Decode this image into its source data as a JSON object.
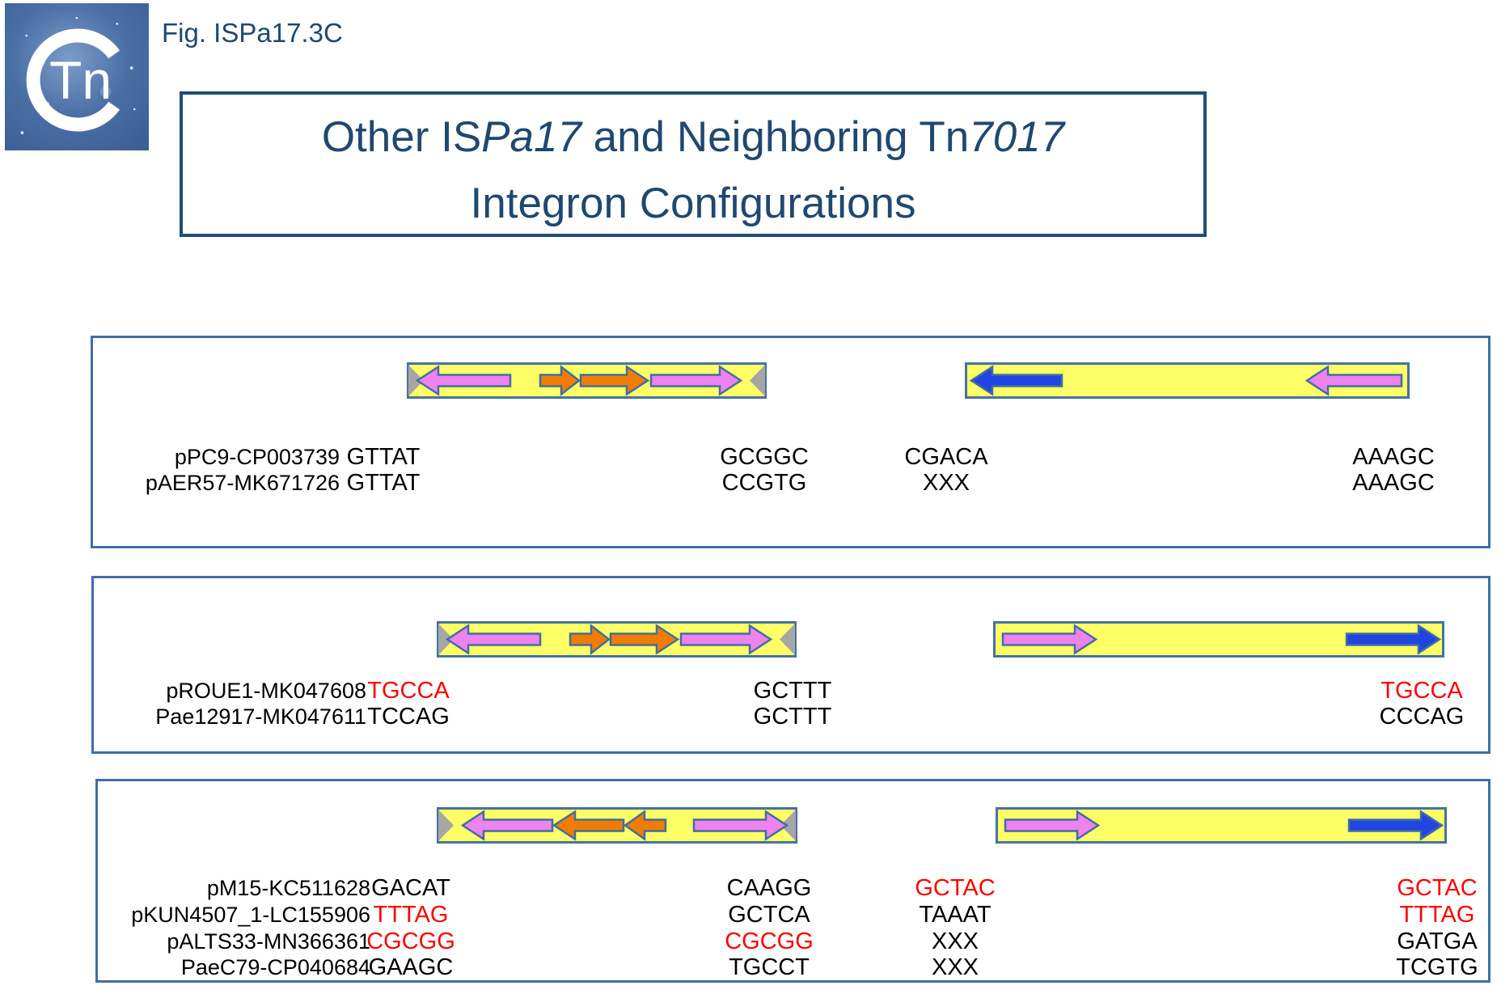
{
  "header": {
    "fig_label": "Fig. ISPa17.3C",
    "logo_text": "Tn"
  },
  "title": {
    "pre1": "Other IS",
    "it1": "Pa17",
    "pre2": " and Neighboring Tn",
    "it2": "7017",
    "line2": "Integron Configurations"
  },
  "colors": {
    "segment_yellow": "#FFFF66",
    "pink": "#EE82EE",
    "orange": "#F07D00",
    "blue": "#2244E0",
    "gray": "#A6A6A6",
    "red_text": "#FF0000",
    "panel_border": "#3E6FA3",
    "title_blue": "#1F4870"
  },
  "panels": [
    {
      "left_segment_arrows": [
        "pink-left",
        "orange-right-small",
        "orange-right-large",
        "pink-right"
      ],
      "left_segment_notched_ends": true,
      "right_segment_arrows": [
        "blue-left",
        "pink-left"
      ],
      "right_segment_notched_ends": false,
      "rows": [
        {
          "name": "pPC9-CP003739",
          "a": {
            "text": "GTTAT",
            "red": false
          },
          "b": {
            "text": "GCGGC",
            "red": false
          },
          "c": {
            "text": "CGACA",
            "red": false
          },
          "d": {
            "text": "AAAGC",
            "red": false
          }
        },
        {
          "name": "pAER57-MK671726",
          "a": {
            "text": "GTTAT",
            "red": false
          },
          "b": {
            "text": "CCGTG",
            "red": false
          },
          "c": {
            "text": "XXX",
            "red": false
          },
          "d": {
            "text": "AAAGC",
            "red": false
          }
        }
      ]
    },
    {
      "left_segment_arrows": [
        "pink-left",
        "orange-right-small",
        "orange-right-large",
        "pink-right"
      ],
      "left_segment_notched_ends": true,
      "right_segment_arrows": [
        "pink-right",
        "blue-right"
      ],
      "right_segment_notched_ends": false,
      "rows": [
        {
          "name": "pROUE1-MK047608",
          "a": {
            "text": "TGCCA",
            "red": true
          },
          "b": {
            "text": "GCTTT",
            "red": false
          },
          "d": {
            "text": "TGCCA",
            "red": true
          }
        },
        {
          "name": "Pae12917-MK047611",
          "a": {
            "text": "TCCAG",
            "red": false
          },
          "b": {
            "text": "GCTTT",
            "red": false
          },
          "d": {
            "text": "CCCAG",
            "red": false
          }
        }
      ]
    },
    {
      "left_segment_arrows": [
        "pink-left",
        "orange-left-large",
        "orange-left-small",
        "pink-right"
      ],
      "left_segment_notched_ends": true,
      "right_segment_arrows": [
        "pink-right",
        "blue-right"
      ],
      "right_segment_notched_ends": false,
      "rows": [
        {
          "name": "pM15-KC511628",
          "a": {
            "text": "GACAT",
            "red": false
          },
          "b": {
            "text": "CAAGG",
            "red": false
          },
          "c": {
            "text": "GCTAC",
            "red": true
          },
          "d": {
            "text": "GCTAC",
            "red": true
          }
        },
        {
          "name": "pKUN4507_1-LC155906",
          "a": {
            "text": "TTTAG",
            "red": true
          },
          "b": {
            "text": "GCTCA",
            "red": false
          },
          "c": {
            "text": "TAAAT",
            "red": false
          },
          "d": {
            "text": "TTTAG",
            "red": true
          }
        },
        {
          "name": "pALTS33-MN366361",
          "a": {
            "text": "CGCGG",
            "red": true
          },
          "b": {
            "text": "CGCGG",
            "red": true
          },
          "c": {
            "text": "XXX",
            "red": false
          },
          "d": {
            "text": "GATGA",
            "red": false
          }
        },
        {
          "name": "PaeC79-CP040684",
          "a": {
            "text": "GAAGC",
            "red": false
          },
          "b": {
            "text": "TGCCT",
            "red": false
          },
          "c": {
            "text": "XXX",
            "red": false
          },
          "d": {
            "text": "TCGTG",
            "red": false
          }
        }
      ]
    }
  ]
}
